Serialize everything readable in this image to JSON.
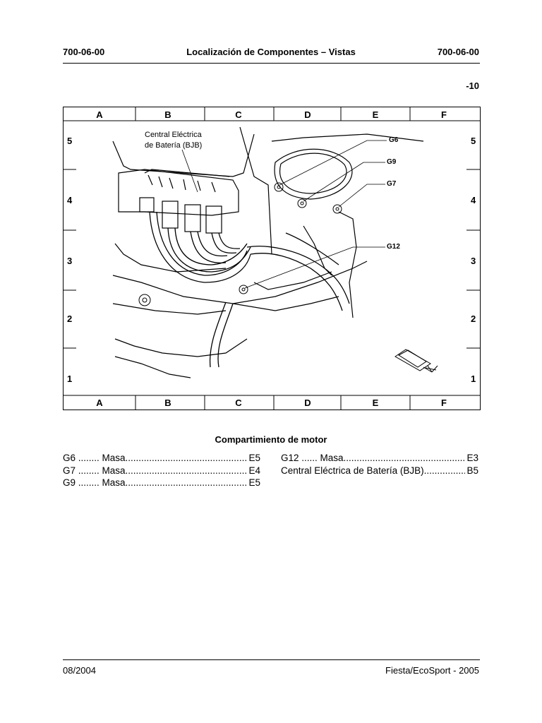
{
  "header": {
    "code_left": "700-06-00",
    "title": "Localización de Componentes – Vistas",
    "code_right": "700-06-00"
  },
  "page_number": "-10",
  "grid": {
    "columns": [
      "A",
      "B",
      "C",
      "D",
      "E",
      "F"
    ],
    "rows": [
      "5",
      "4",
      "3",
      "2",
      "1"
    ]
  },
  "callouts": {
    "bjb_line1": "Central Eléctrica",
    "bjb_line2": "de Batería (BJB)",
    "g6": "G6",
    "g9": "G9",
    "g7": "G7",
    "g12": "G12"
  },
  "section_title": "Compartimiento de motor",
  "legend": {
    "left": [
      {
        "code": "G6 ........ Masa ",
        "loc": "E5"
      },
      {
        "code": "G7 ........ Masa ",
        "loc": "E4"
      },
      {
        "code": "G9 ........ Masa ",
        "loc": "E5"
      }
    ],
    "right": [
      {
        "code": "G12 ...... Masa ",
        "loc": "E3"
      },
      {
        "code": "Central Eléctrica de Batería (BJB) ",
        "loc": "B5"
      }
    ]
  },
  "footer": {
    "date": "08/2004",
    "model": "Fiesta/EcoSport - 2005"
  }
}
